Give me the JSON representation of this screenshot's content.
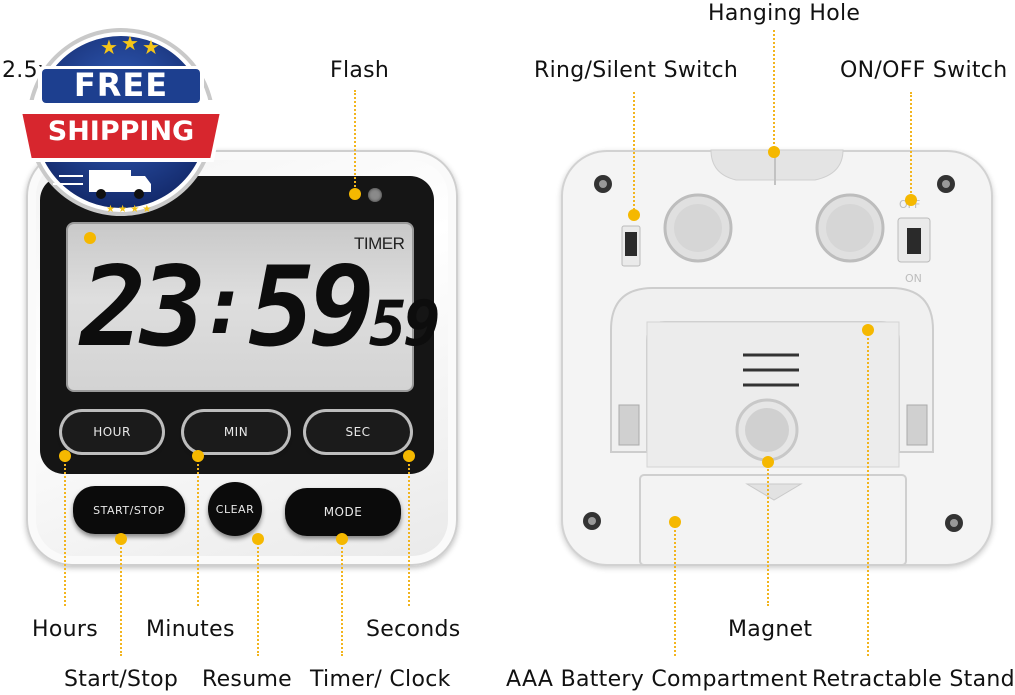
{
  "badge": {
    "line1": "FREE",
    "line2": "SHIPPING"
  },
  "display": {
    "label": "TIMER",
    "hours": "23",
    "minutes": "59",
    "seconds": "59"
  },
  "front_buttons": {
    "hour": "HOUR",
    "min": "MIN",
    "sec": "SEC",
    "start_stop": "START/STOP",
    "clear": "CLEAR",
    "mode": "MODE"
  },
  "back_marks": {
    "off": "OFF",
    "on": "ON"
  },
  "callouts": {
    "display": "2.5x1.2\" Display",
    "flash": "Flash",
    "hours": "Hours",
    "minutes": "Minutes",
    "seconds": "Seconds",
    "start_stop": "Start/Stop",
    "resume": "Resume",
    "timer_clock": "Timer/ Clock",
    "hanging_hole": "Hanging Hole",
    "ring_silent": "Ring/Silent Switch",
    "on_off": "ON/OFF Switch",
    "magnet": "Magnet",
    "battery": "AAA Battery Compartment",
    "stand": "Retractable Stand"
  },
  "colors": {
    "accent_dot": "#f5b800",
    "badge_red": "#d7262e",
    "badge_blue": "#1d3f8f",
    "lcd_bg": "#d4d4d4",
    "segment": "#0d0d0d"
  }
}
